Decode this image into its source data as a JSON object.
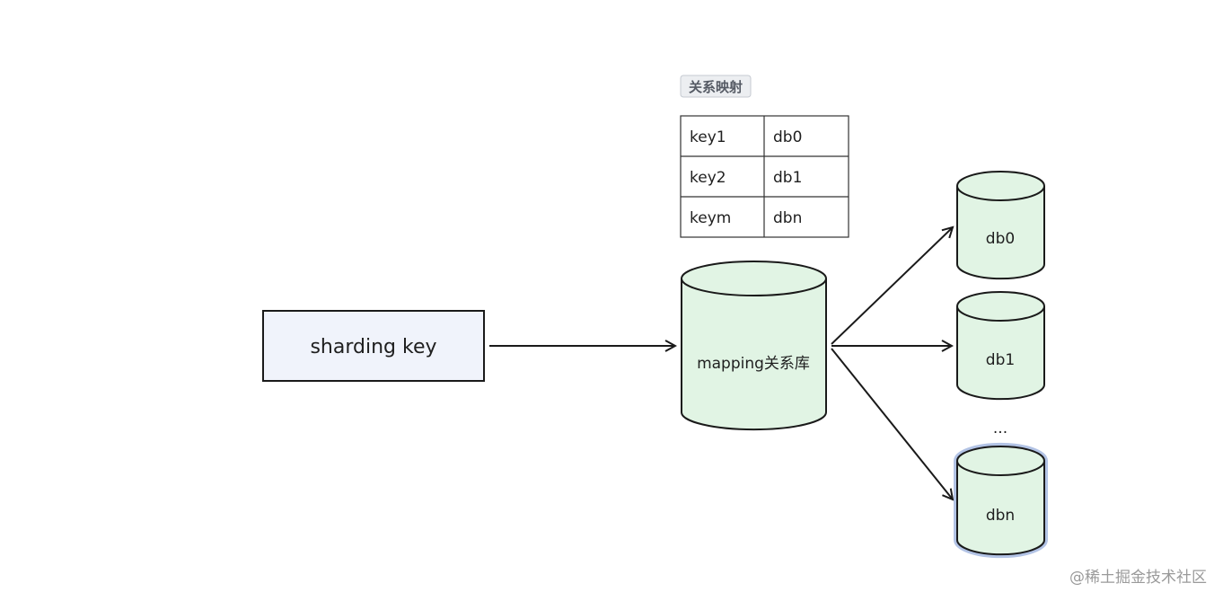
{
  "source": {
    "label": "sharding key"
  },
  "mapping_table": {
    "tag": "关系映射",
    "rows": [
      {
        "key": "key1",
        "db": "db0"
      },
      {
        "key": "key2",
        "db": "db1"
      },
      {
        "key": "keym",
        "db": "dbn"
      }
    ]
  },
  "mapping_db": {
    "label": "mapping关系库"
  },
  "targets": [
    {
      "label": "db0"
    },
    {
      "label": "db1"
    },
    {
      "label": "dbn"
    }
  ],
  "ellipsis": "...",
  "watermark": "@稀土掘金技术社区",
  "colors": {
    "key_fill": "#f0f3fb",
    "db_fill": "#e1f4e4",
    "stroke": "#1a1a1a",
    "tag_fill": "#eceef1",
    "tag_border": "#c6cad1",
    "selected_glow": "#9fb4de"
  }
}
